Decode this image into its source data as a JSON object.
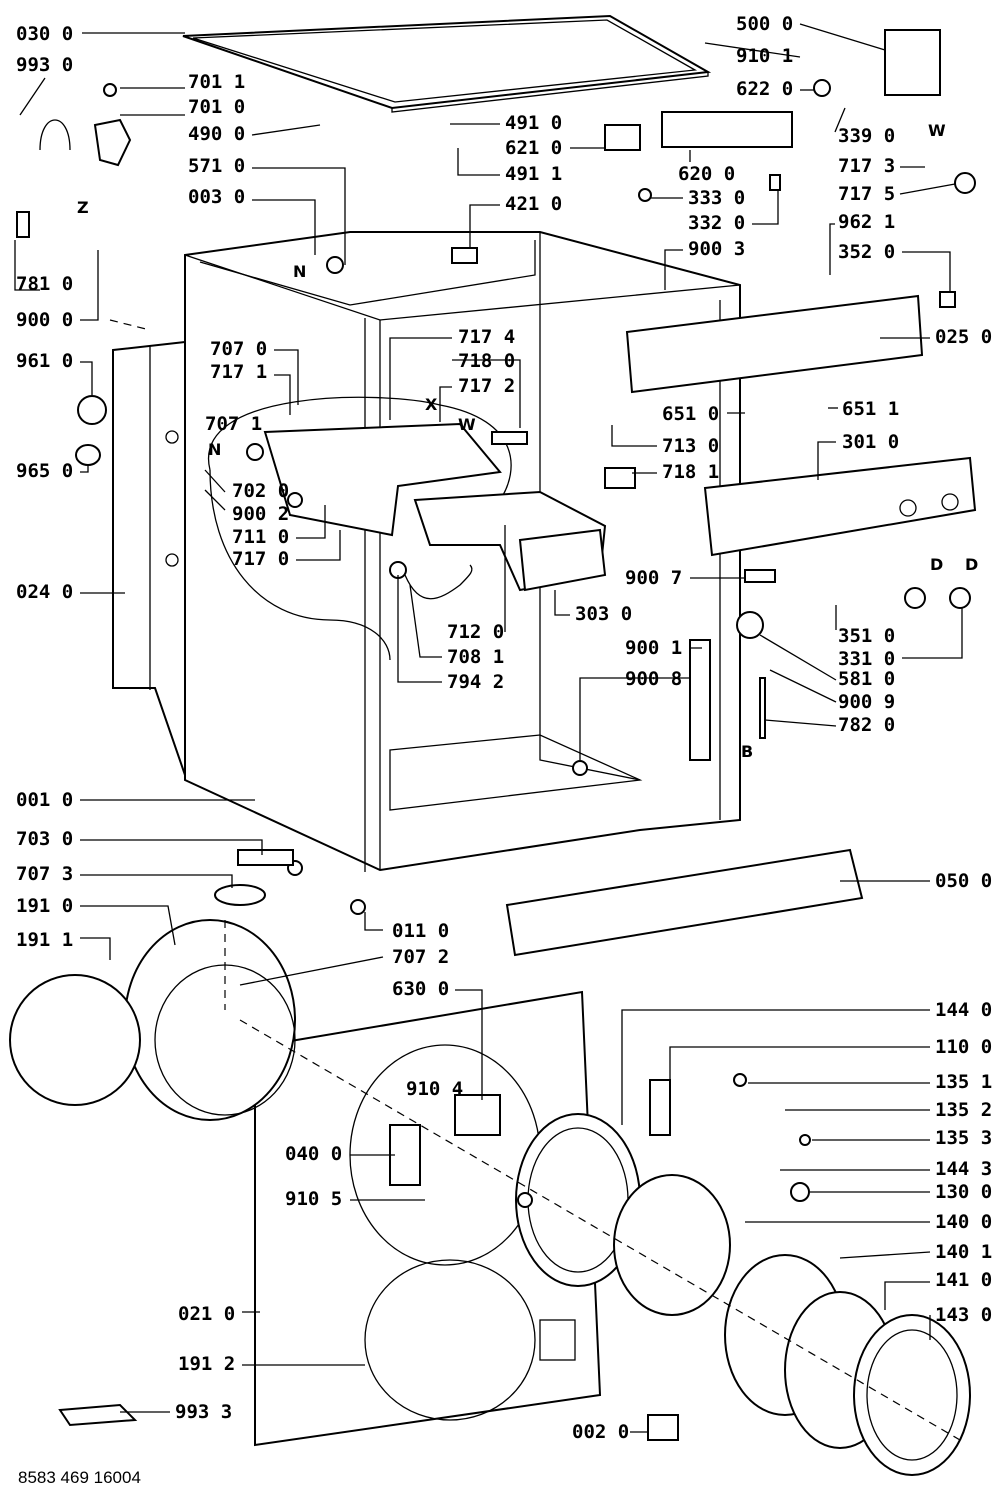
{
  "diagram": {
    "footer_code": "8583 469 16004",
    "parts": [
      {
        "id": "p030-0",
        "label": "030 0"
      },
      {
        "id": "p993-0",
        "label": "993 0"
      },
      {
        "id": "p701-1",
        "label": "701 1"
      },
      {
        "id": "p701-0",
        "label": "701 0"
      },
      {
        "id": "p490-0",
        "label": "490 0"
      },
      {
        "id": "p571-0",
        "label": "571 0"
      },
      {
        "id": "p003-0",
        "label": "003 0"
      },
      {
        "id": "p781-0",
        "label": "781 0"
      },
      {
        "id": "p900-0",
        "label": "900 0"
      },
      {
        "id": "p961-0",
        "label": "961 0"
      },
      {
        "id": "p707-0",
        "label": "707 0"
      },
      {
        "id": "p717-1",
        "label": "717 1"
      },
      {
        "id": "p707-1",
        "label": "707 1"
      },
      {
        "id": "p965-0",
        "label": "965 0"
      },
      {
        "id": "p702-0",
        "label": "702 0"
      },
      {
        "id": "p900-2",
        "label": "900 2"
      },
      {
        "id": "p711-0",
        "label": "711 0"
      },
      {
        "id": "p717-0",
        "label": "717 0"
      },
      {
        "id": "p024-0",
        "label": "024 0"
      },
      {
        "id": "p001-0",
        "label": "001 0"
      },
      {
        "id": "p703-0",
        "label": "703 0"
      },
      {
        "id": "p707-3",
        "label": "707 3"
      },
      {
        "id": "p191-0",
        "label": "191 0"
      },
      {
        "id": "p191-1",
        "label": "191 1"
      },
      {
        "id": "p011-0",
        "label": "011 0"
      },
      {
        "id": "p707-2",
        "label": "707 2"
      },
      {
        "id": "p630-0",
        "label": "630 0"
      },
      {
        "id": "p910-4",
        "label": "910 4"
      },
      {
        "id": "p040-0",
        "label": "040 0"
      },
      {
        "id": "p910-5",
        "label": "910 5"
      },
      {
        "id": "p021-0",
        "label": "021 0"
      },
      {
        "id": "p191-2",
        "label": "191 2"
      },
      {
        "id": "p993-3",
        "label": "993 3"
      },
      {
        "id": "p002-0",
        "label": "002 0"
      },
      {
        "id": "p500-0",
        "label": "500 0"
      },
      {
        "id": "p910-1",
        "label": "910 1"
      },
      {
        "id": "p622-0",
        "label": "622 0"
      },
      {
        "id": "p491-0",
        "label": "491 0"
      },
      {
        "id": "p621-0",
        "label": "621 0"
      },
      {
        "id": "p339-0",
        "label": "339 0"
      },
      {
        "id": "p491-1",
        "label": "491 1"
      },
      {
        "id": "p620-0",
        "label": "620 0"
      },
      {
        "id": "p717-3",
        "label": "717 3"
      },
      {
        "id": "p717-5",
        "label": "717 5"
      },
      {
        "id": "p333-0",
        "label": "333 0"
      },
      {
        "id": "p421-0",
        "label": "421 0"
      },
      {
        "id": "p332-0",
        "label": "332 0"
      },
      {
        "id": "p962-1",
        "label": "962 1"
      },
      {
        "id": "p900-3",
        "label": "900 3"
      },
      {
        "id": "p352-0",
        "label": "352 0"
      },
      {
        "id": "p025-0",
        "label": "025 0"
      },
      {
        "id": "p717-4",
        "label": "717 4"
      },
      {
        "id": "p718-0",
        "label": "718 0"
      },
      {
        "id": "p717-2",
        "label": "717 2"
      },
      {
        "id": "p651-0",
        "label": "651 0"
      },
      {
        "id": "p651-1",
        "label": "651 1"
      },
      {
        "id": "p713-0",
        "label": "713 0"
      },
      {
        "id": "p301-0",
        "label": "301 0"
      },
      {
        "id": "p718-1",
        "label": "718 1"
      },
      {
        "id": "p900-7",
        "label": "900 7"
      },
      {
        "id": "p303-0",
        "label": "303 0"
      },
      {
        "id": "p712-0",
        "label": "712 0"
      },
      {
        "id": "p708-1",
        "label": "708 1"
      },
      {
        "id": "p794-2",
        "label": "794 2"
      },
      {
        "id": "p900-1",
        "label": "900 1"
      },
      {
        "id": "p351-0",
        "label": "351 0"
      },
      {
        "id": "p331-0",
        "label": "331 0"
      },
      {
        "id": "p581-0",
        "label": "581 0"
      },
      {
        "id": "p900-8",
        "label": "900 8"
      },
      {
        "id": "p900-9",
        "label": "900 9"
      },
      {
        "id": "p782-0",
        "label": "782 0"
      },
      {
        "id": "p050-0",
        "label": "050 0"
      },
      {
        "id": "p144-0",
        "label": "144 0"
      },
      {
        "id": "p110-0",
        "label": "110 0"
      },
      {
        "id": "p135-1",
        "label": "135 1"
      },
      {
        "id": "p135-2",
        "label": "135 2"
      },
      {
        "id": "p135-3",
        "label": "135 3"
      },
      {
        "id": "p144-3",
        "label": "144 3"
      },
      {
        "id": "p130-0",
        "label": "130 0"
      },
      {
        "id": "p140-0",
        "label": "140 0"
      },
      {
        "id": "p140-1",
        "label": "140 1"
      },
      {
        "id": "p141-0",
        "label": "141 0"
      },
      {
        "id": "p143-0",
        "label": "143 0"
      }
    ],
    "markers": [
      {
        "id": "m-z",
        "letter": "Z"
      },
      {
        "id": "m-n1",
        "letter": "N"
      },
      {
        "id": "m-n2",
        "letter": "N"
      },
      {
        "id": "m-x",
        "letter": "X"
      },
      {
        "id": "m-w1",
        "letter": "W"
      },
      {
        "id": "m-w2",
        "letter": "W"
      },
      {
        "id": "m-d1",
        "letter": "D"
      },
      {
        "id": "m-d2",
        "letter": "D"
      },
      {
        "id": "m-b",
        "letter": "B"
      }
    ]
  }
}
